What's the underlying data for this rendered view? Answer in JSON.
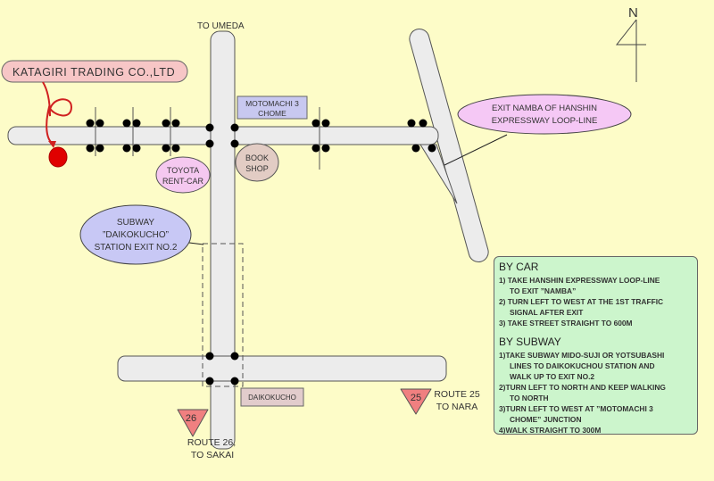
{
  "north_label": "N",
  "company": {
    "label": "KATAGIRI TRADING CO.,LTD",
    "marker_color": "#e00000"
  },
  "to_umeda": "TO UMEDA",
  "motomachi": [
    "MOTOMACHI 3",
    "CHOME"
  ],
  "toyota": [
    "TOYOTA",
    "RENT-CAR"
  ],
  "book_shop": [
    "BOOK",
    "SHOP"
  ],
  "subway": [
    "SUBWAY",
    "”DAIKOKUCHO”",
    "STATION EXIT NO.2"
  ],
  "exit_namba": [
    "EXIT NAMBA OF HANSHIN",
    "EXPRESSWAY LOOP-LINE"
  ],
  "daikokucho": "DAIKOKUCHO",
  "route26": {
    "number": "26",
    "label": [
      "ROUTE 26,",
      "TO SAKAI"
    ]
  },
  "route25": {
    "number": "25",
    "label": [
      "ROUTE 25",
      "TO NARA"
    ]
  },
  "directions": {
    "car_title": "BY CAR",
    "car_steps": [
      [
        "1)  TAKE HANSHIN EXPRESSWAY LOOP-LINE",
        "TO EXIT ”NAMBA”"
      ],
      [
        "2) TURN LEFT TO WEST AT THE 1ST TRAFFIC",
        "SIGNAL AFTER EXIT"
      ],
      [
        "3) TAKE  STREET STRAIGHT TO 600M"
      ]
    ],
    "subway_title": "BY SUBWAY",
    "subway_steps": [
      [
        "1)TAKE SUBWAY MIDO-SUJI OR YOTSUBASHI",
        "LINES TO DAIKOKUCHOU STATION AND",
        "WALK UP TO EXIT NO.2"
      ],
      [
        "2)TURN LEFT TO NORTH  AND KEEP WALKING",
        "TO  NORTH"
      ],
      [
        "3)TURN LEFT TO WEST AT ”MOTOMACHI 3",
        "CHOME” JUNCTION"
      ],
      [
        "4)WALK STRAIGHT TO 300M"
      ]
    ]
  }
}
